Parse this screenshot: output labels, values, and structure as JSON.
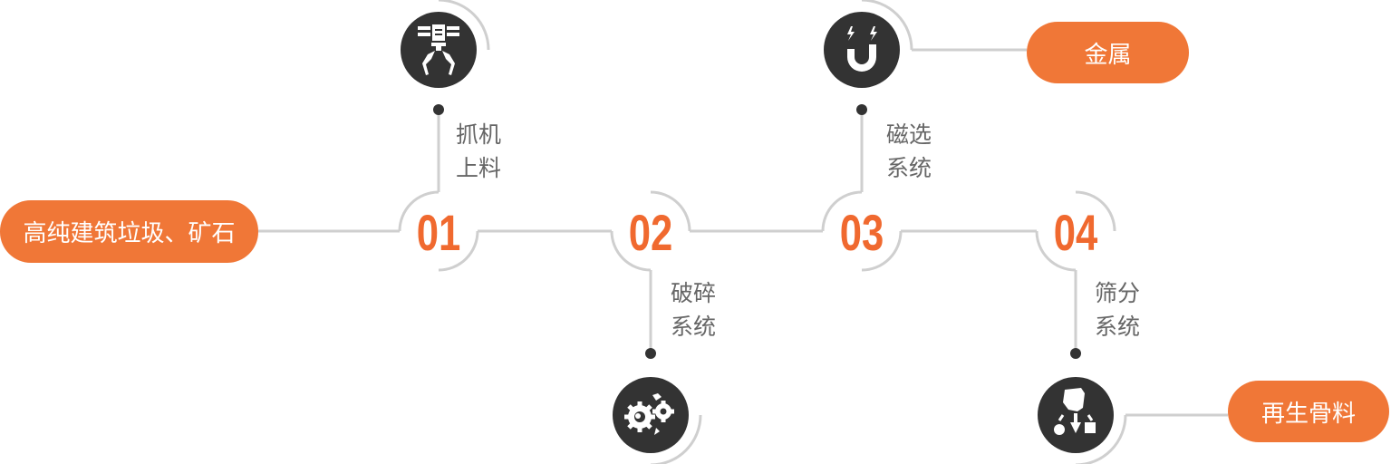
{
  "input_label": "高纯建筑垃圾、矿石",
  "steps": [
    {
      "number": "01",
      "label_line1": "抓机",
      "label_line2": "上料",
      "icon": "grabber-icon"
    },
    {
      "number": "02",
      "label_line1": "破碎",
      "label_line2": "系统",
      "icon": "gears-crusher-icon"
    },
    {
      "number": "03",
      "label_line1": "磁选",
      "label_line2": "系统",
      "icon": "magnet-icon"
    },
    {
      "number": "04",
      "label_line1": "筛分",
      "label_line2": "系统",
      "icon": "sorting-icon"
    }
  ],
  "outputs": {
    "metal": "金属",
    "recycled_aggregate": "再生骨料"
  },
  "colors": {
    "accent": "#f07737",
    "number": "#f0692f",
    "icon_bg": "#333333",
    "line": "#cccccc"
  }
}
